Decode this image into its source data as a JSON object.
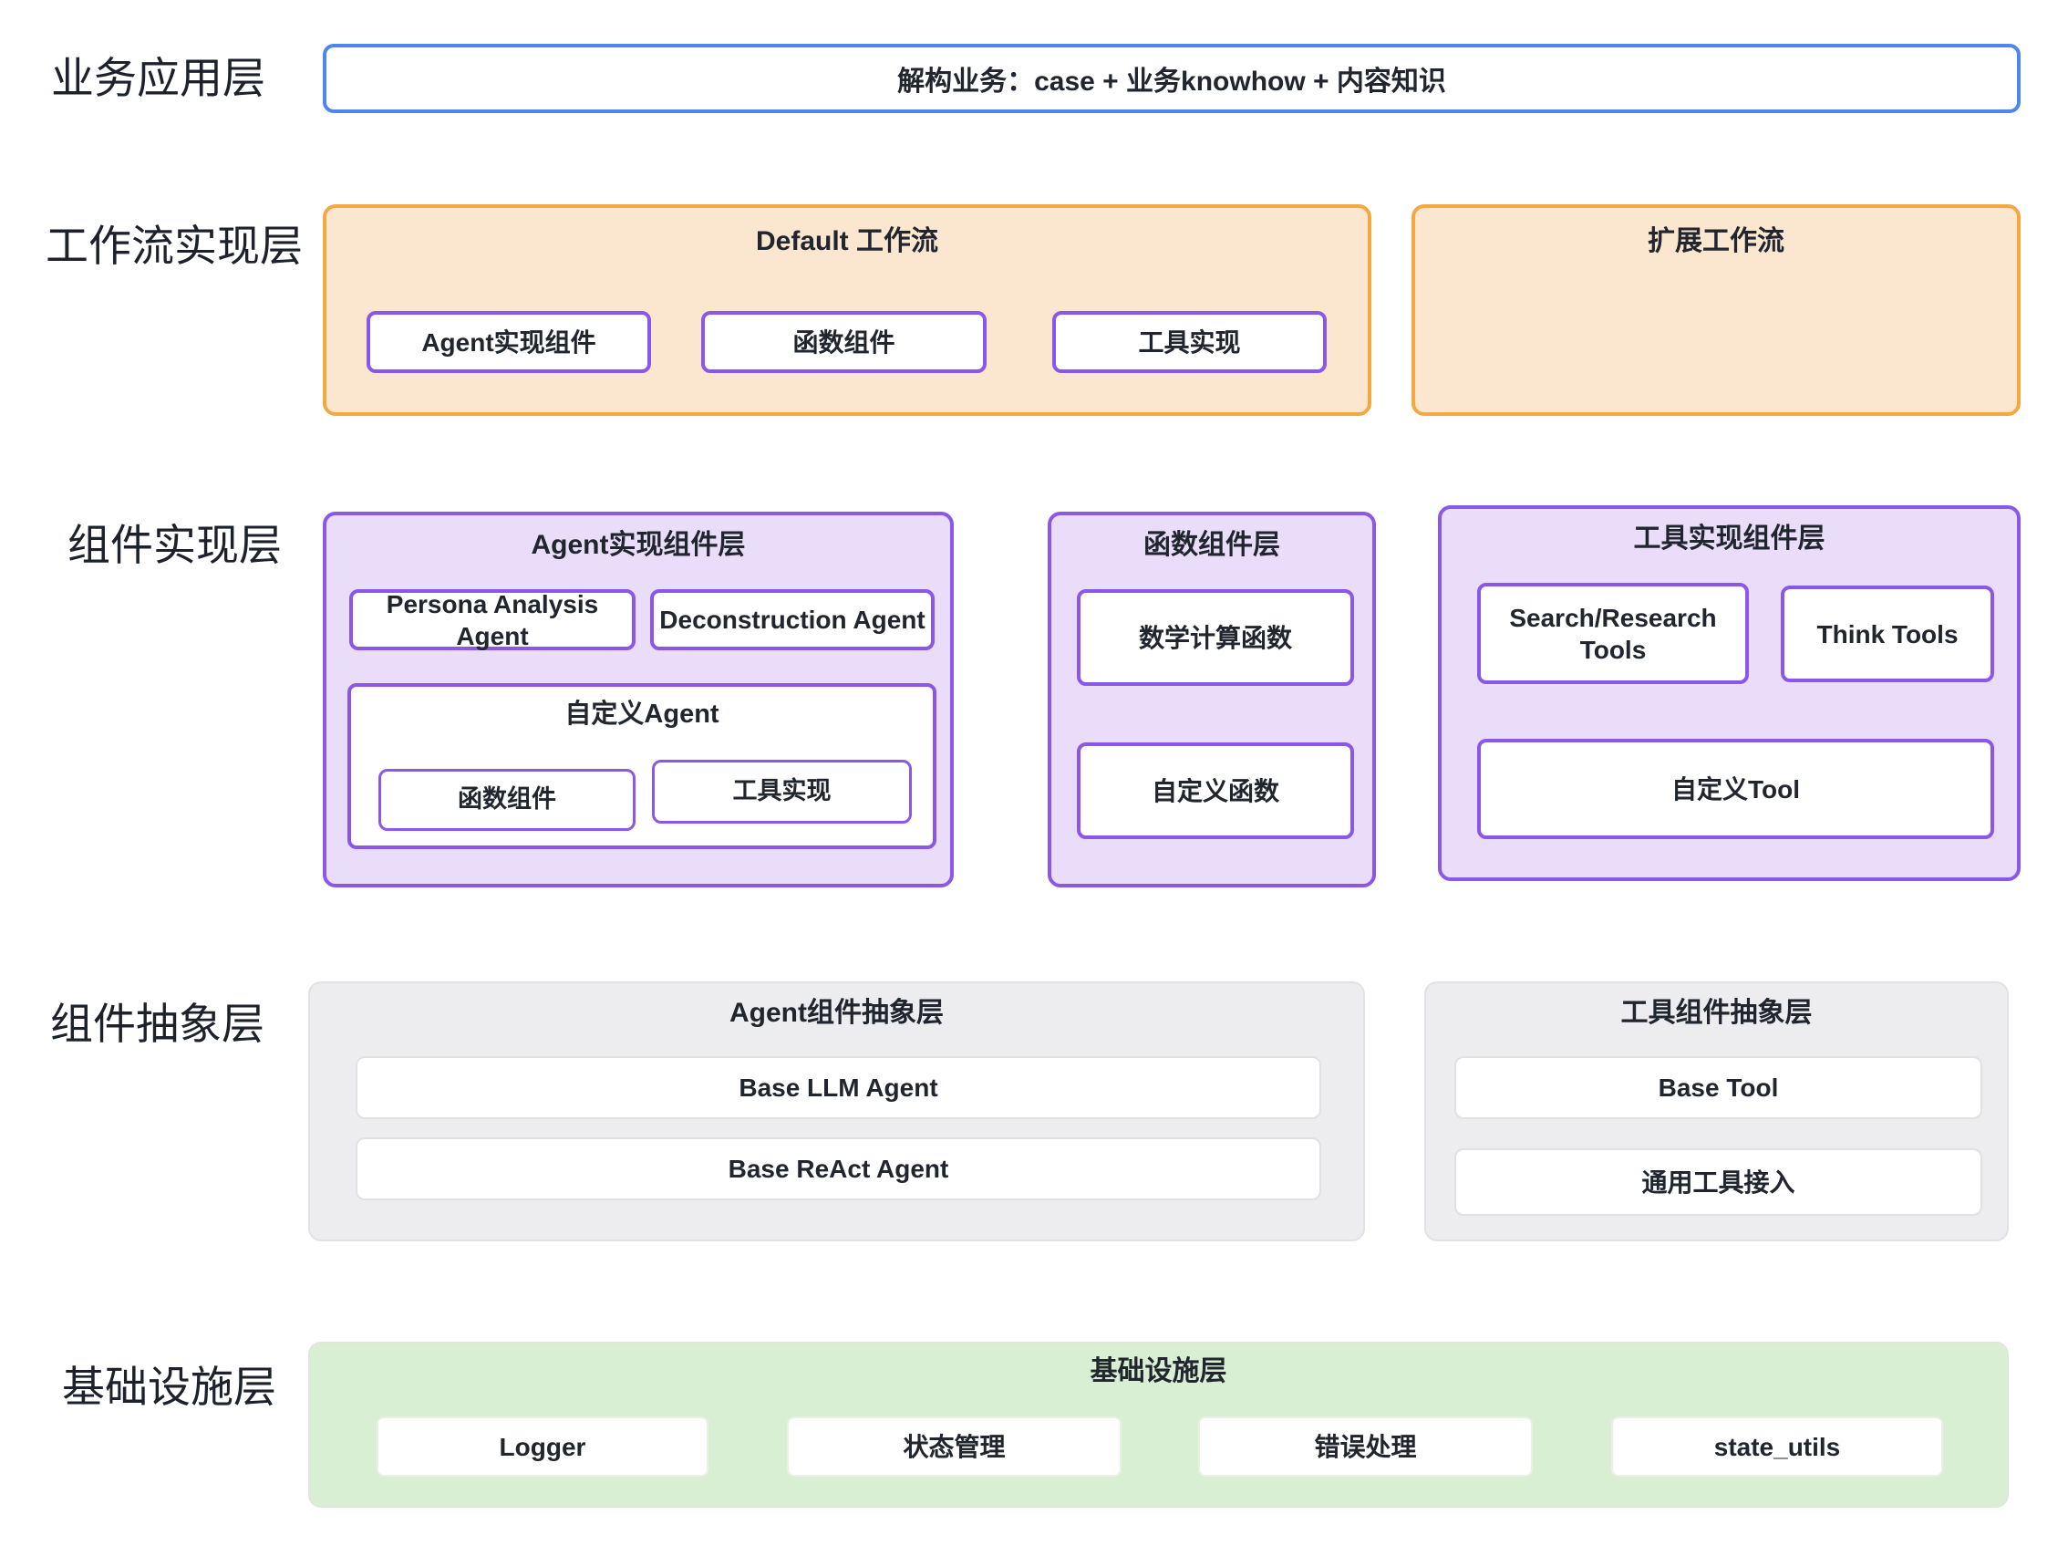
{
  "colors": {
    "blue_border": "#4e86ef",
    "orange_border": "#f5a742",
    "orange_fill": "#fbe7cf",
    "purple_border": "#8a57e9",
    "purple_fill": "#e9ddf9",
    "gray_fill": "#ededef",
    "green_fill": "#d9efd3",
    "text": "#20252e"
  },
  "layers": {
    "business": {
      "label": "业务应用层",
      "box_text": "解构业务：case + 业务knowhow + 内容知识"
    },
    "workflow": {
      "label": "工作流实现层",
      "default_wf": {
        "title": "Default 工作流",
        "items": [
          "Agent实现组件",
          "函数组件",
          "工具实现"
        ]
      },
      "ext_wf": {
        "title": "扩展工作流"
      }
    },
    "component_impl": {
      "label": "组件实现层",
      "agent_panel": {
        "title": "Agent实现组件层",
        "items": [
          "Persona Analysis Agent",
          "Deconstruction Agent"
        ],
        "custom": {
          "title": "自定义Agent",
          "items": [
            "函数组件",
            "工具实现"
          ]
        }
      },
      "func_panel": {
        "title": "函数组件层",
        "items": [
          "数学计算函数",
          "自定义函数"
        ]
      },
      "tool_panel": {
        "title": "工具实现组件层",
        "items": [
          "Search/Research Tools",
          "Think Tools",
          "自定义Tool"
        ]
      }
    },
    "abstraction": {
      "label": "组件抽象层",
      "agent_abs": {
        "title": "Agent组件抽象层",
        "items": [
          "Base LLM Agent",
          "Base ReAct Agent"
        ]
      },
      "tool_abs": {
        "title": "工具组件抽象层",
        "items": [
          "Base Tool",
          "通用工具接入"
        ]
      }
    },
    "infra": {
      "label": "基础设施层",
      "panel_title": "基础设施层",
      "items": [
        "Logger",
        "状态管理",
        "错误处理",
        "state_utils"
      ]
    }
  }
}
